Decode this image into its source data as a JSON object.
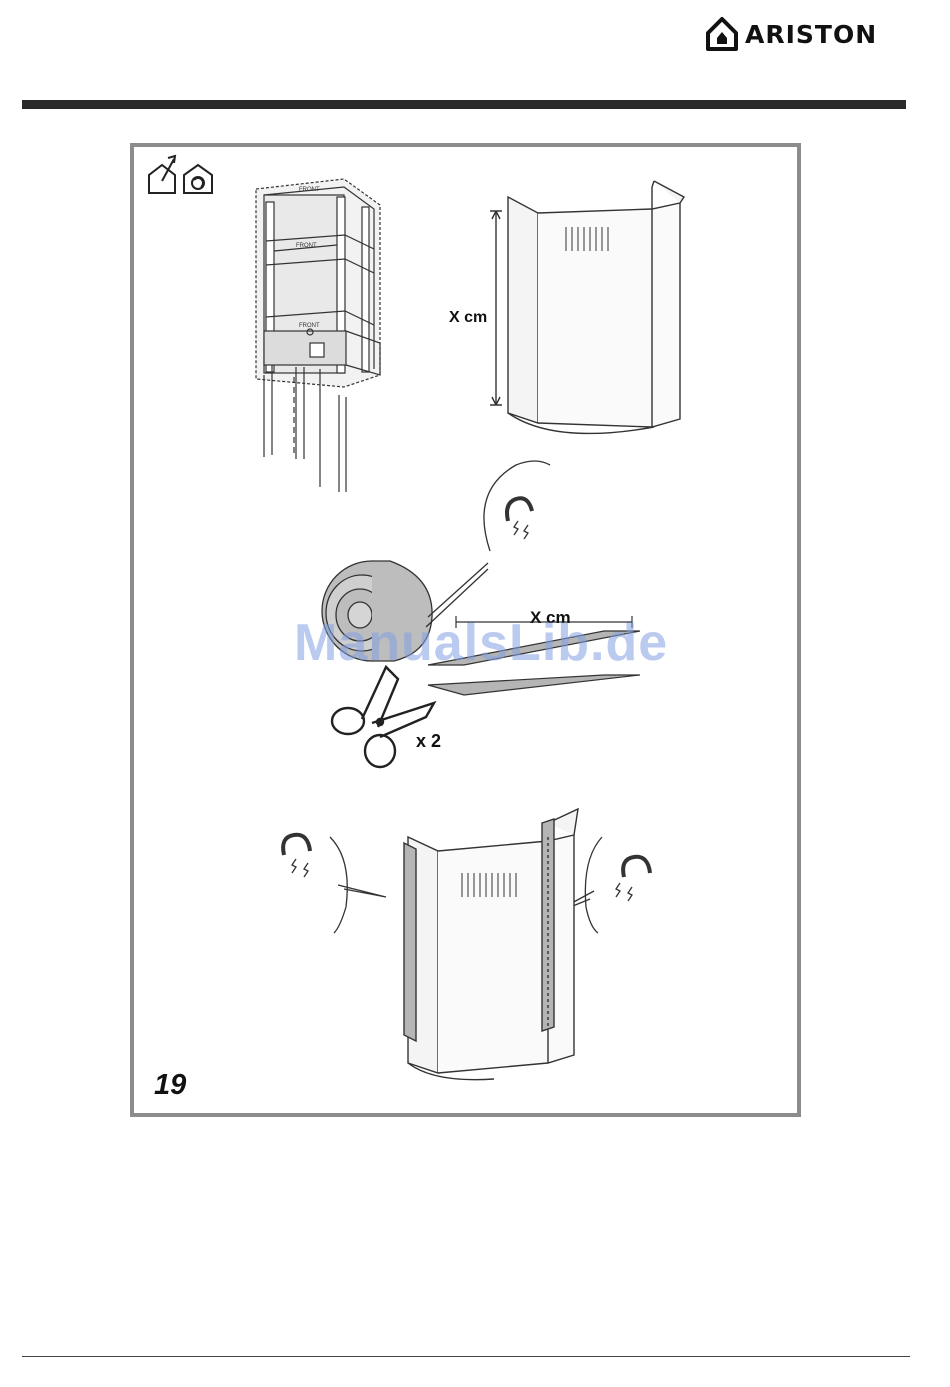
{
  "header": {
    "brand": "ARISTON"
  },
  "figure": {
    "number": "19",
    "dimension_label_top": "X cm",
    "dimension_label_middle": "X cm",
    "quantity_label": "x 2",
    "cabinet_print": "FRONT",
    "icons": [
      "house-ducted-icon",
      "house-recirculation-icon",
      "magnet-icon",
      "scissors-icon"
    ]
  },
  "watermark": {
    "text": "ManualsLib.de"
  },
  "colors": {
    "rule": "#2b2b2b",
    "frame_border": "#8c8c8c",
    "felt_strip": "#b5b5b5",
    "watermark": "#82a0e1"
  }
}
